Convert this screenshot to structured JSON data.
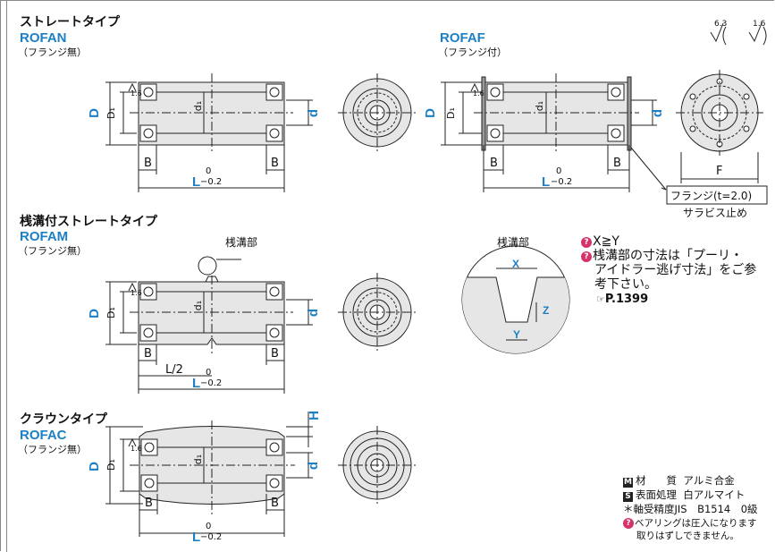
{
  "sections": {
    "straight": {
      "title": "ストレートタイプ",
      "code": "ROFAN",
      "note": "（フランジ無）"
    },
    "flanged": {
      "code": "ROFAF",
      "note": "（フランジ付）"
    },
    "groove": {
      "title": "桟溝付ストレートタイプ",
      "code": "ROFAM",
      "note": "（フランジ無）"
    },
    "crown": {
      "title": "クラウンタイプ",
      "code": "ROFAC",
      "note": "（フランジ無）"
    }
  },
  "roughness": {
    "a": "6.3",
    "b": "1.6",
    "small": "1.6"
  },
  "dims": {
    "D": "D",
    "D1": "D₁",
    "d1": "d₁",
    "d": "d",
    "B": "B",
    "L": "L",
    "tol_upper": "0",
    "tol_lower": "−0.2",
    "F": "F",
    "L2": "L/2",
    "H": "H",
    "X": "X",
    "Y": "Y",
    "Z": "Z"
  },
  "labels": {
    "flange": "フランジ(t=2.0)",
    "screw": "サラビス止め",
    "groove_part": "桟溝部",
    "groove_detail_title": "桟溝部"
  },
  "notes": {
    "xy": "X≧Y",
    "line1": "桟溝部の寸法は「プーリ・",
    "line2": "アイドラー逃げ寸法」をご参",
    "line3": "考下さい。",
    "page_ref": "P.1399"
  },
  "specs": {
    "material_label": "材　　質",
    "material": "アルミ合金",
    "surface_label": "表面処理",
    "surface": "白アルマイト",
    "bearing": "＊軸受精度JIS　B1514　0級",
    "press_line1": "ベアリングは圧入になります",
    "press_line2": "取りはずしできません。"
  }
}
